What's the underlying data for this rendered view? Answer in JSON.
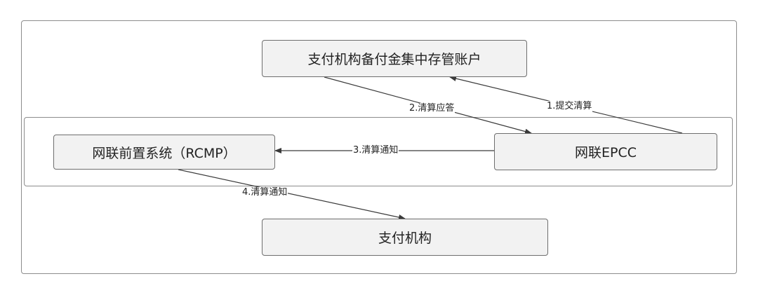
{
  "nodes": {
    "reserve_account": "支付机构备付金集中存管账户",
    "rcmp": "网联前置系统（RCMP）",
    "epcc": "网联EPCC",
    "payment_institution": "支付机构"
  },
  "edges": {
    "submit_clearing": "1.提交清算",
    "clearing_response": "2.清算应答",
    "clearing_notice_3": "3.清算通知",
    "clearing_notice_4": "4.清算通知"
  },
  "colors": {
    "line": "#3a3a3a",
    "node_fill": "#f2f2f2",
    "frame": "#8c8c8c"
  }
}
